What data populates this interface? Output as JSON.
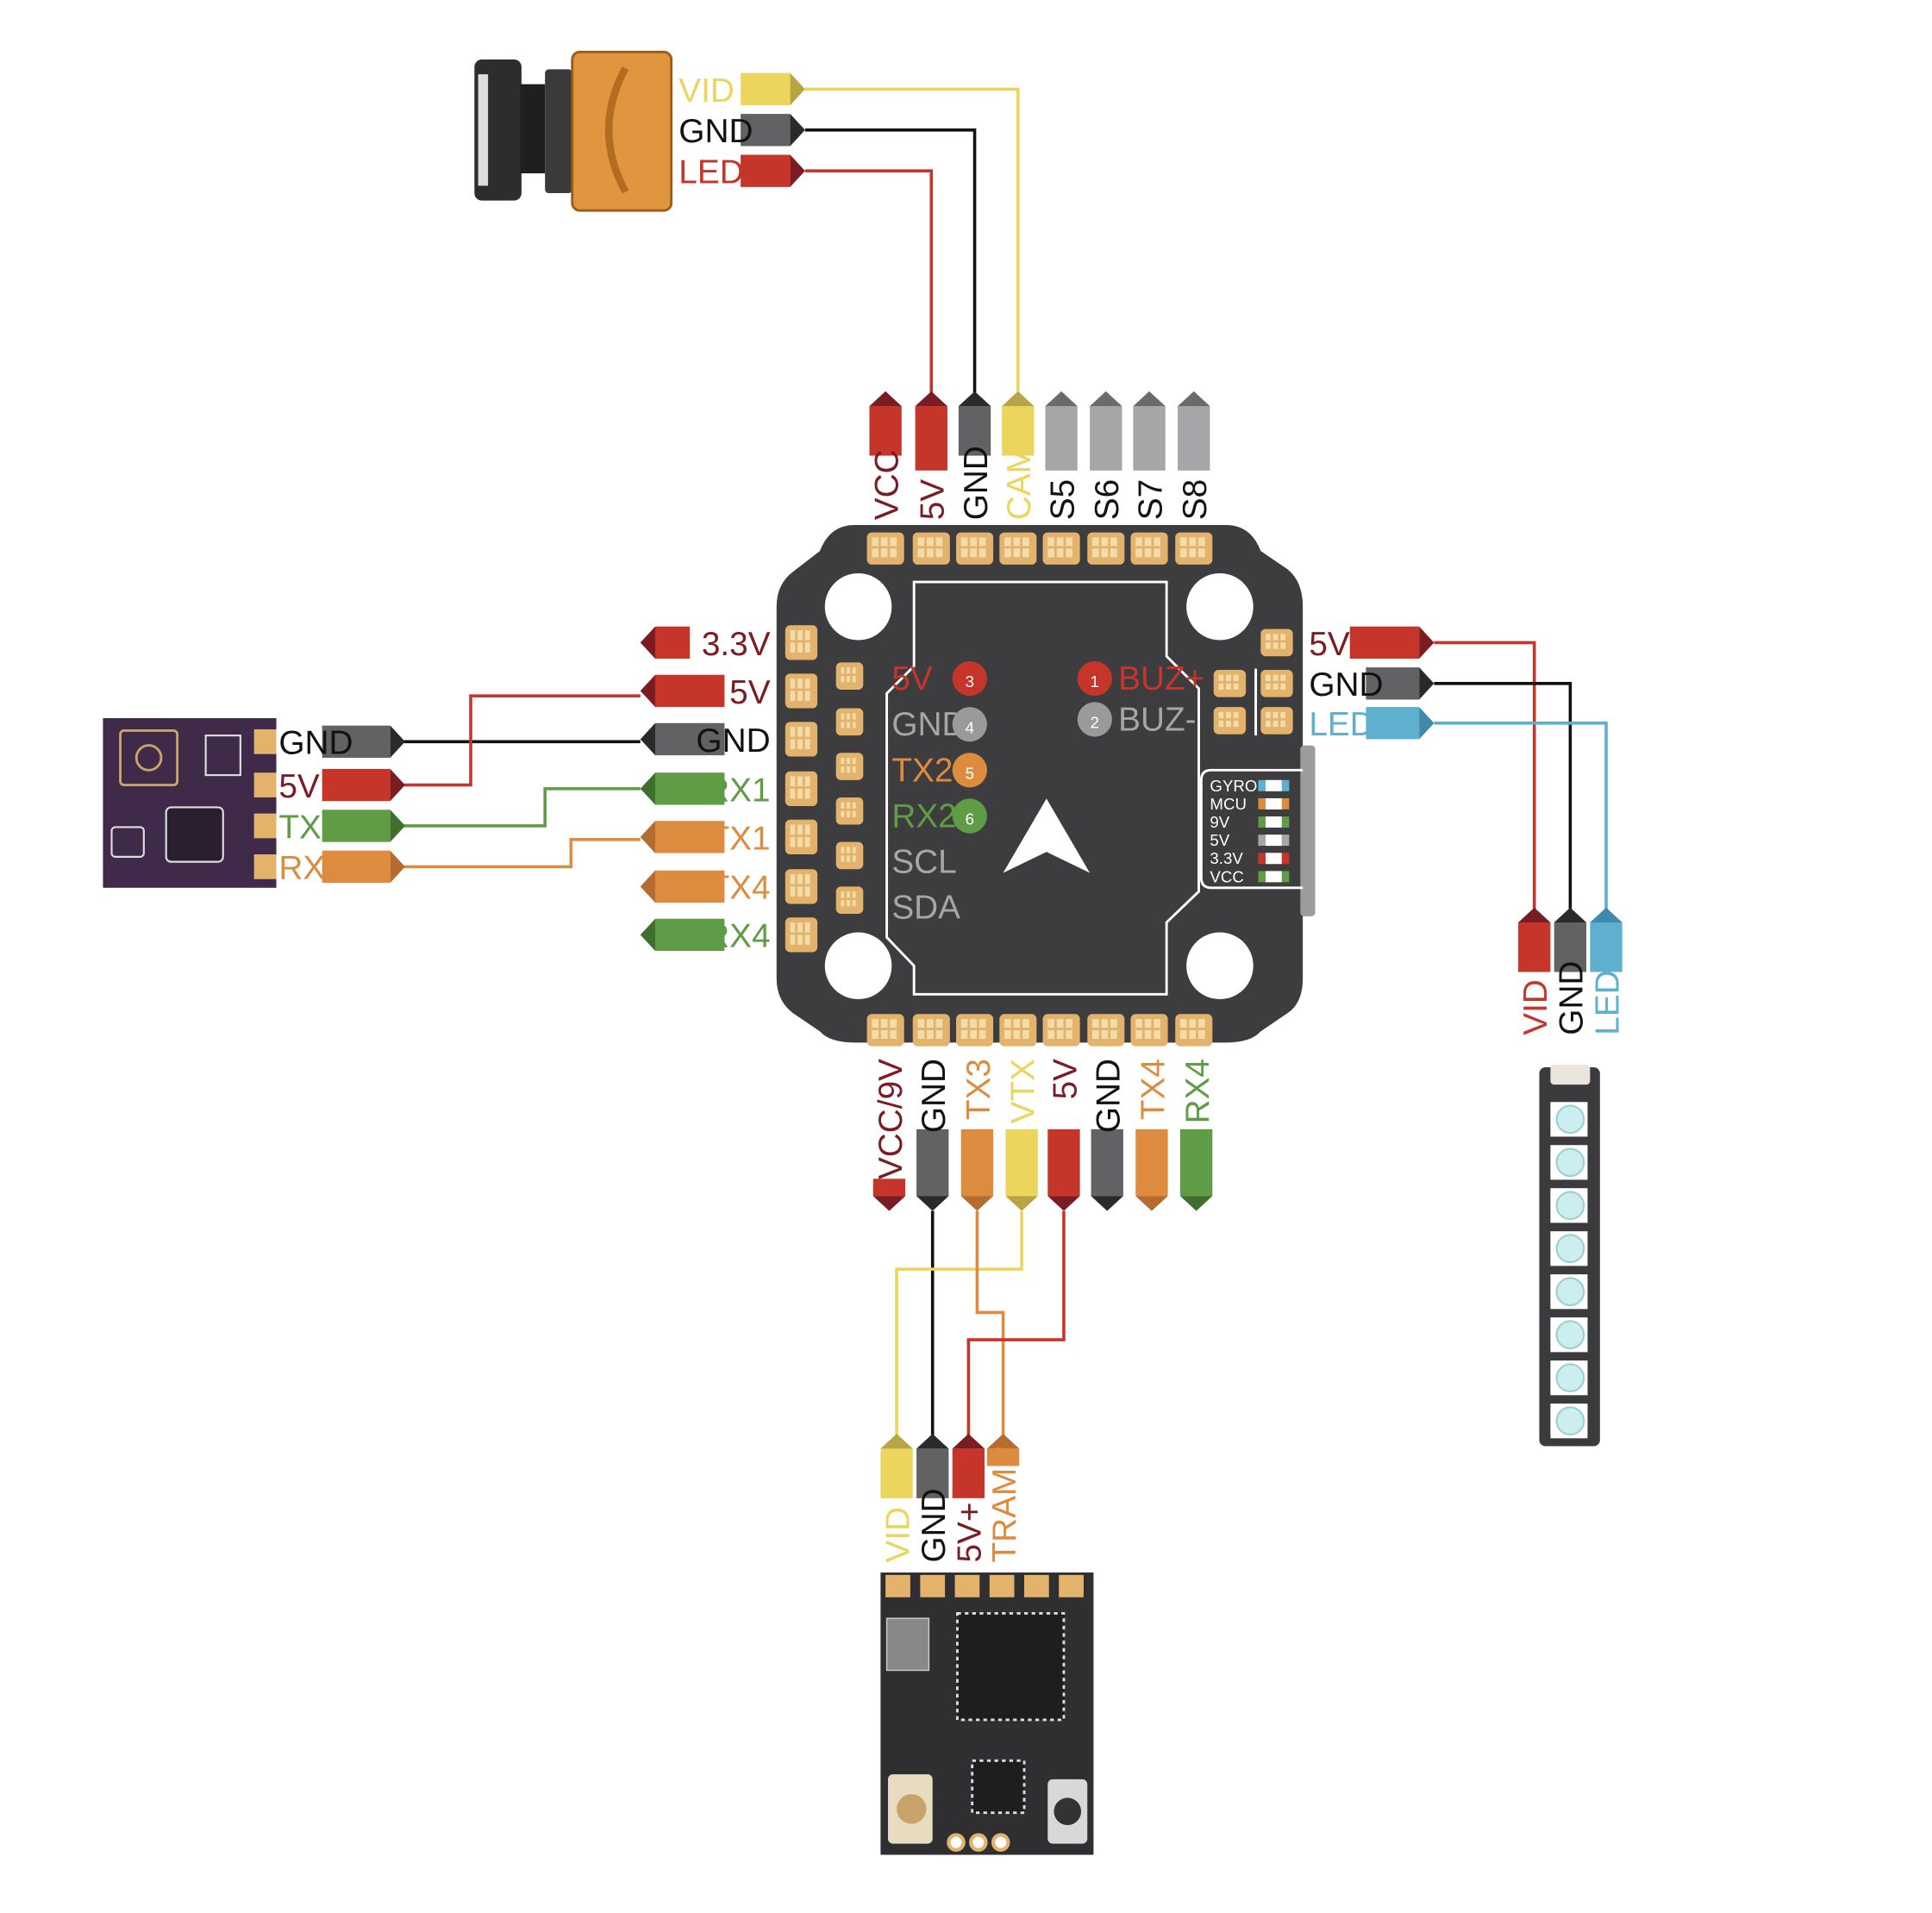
{
  "colors": {
    "red": "#c6352a",
    "darkred": "#7a1c22",
    "gray": "#626264",
    "black": "#111111",
    "yellow": "#ecd55c",
    "orange": "#dd8c3f",
    "green": "#5f9c45",
    "blue": "#5fb0cf",
    "silver": "#a6a6a8",
    "board": "#3d3d3f",
    "pad": "#e3b36c"
  },
  "camera": {
    "pins": [
      {
        "label": "VID",
        "color": "yellow",
        "text_color": "yellow"
      },
      {
        "label": "GND",
        "color": "gray",
        "text_color": "black"
      },
      {
        "label": "LED",
        "color": "red",
        "text_color": "red"
      }
    ]
  },
  "fc": {
    "top_pins": [
      {
        "label": "VCC",
        "color": "red",
        "text_color": "darkred"
      },
      {
        "label": "5V",
        "color": "red",
        "text_color": "darkred"
      },
      {
        "label": "GND",
        "color": "gray",
        "text_color": "black"
      },
      {
        "label": "CAM",
        "color": "yellow",
        "text_color": "yellow"
      },
      {
        "label": "S5",
        "color": "silver",
        "text_color": "black"
      },
      {
        "label": "S6",
        "color": "silver",
        "text_color": "black"
      },
      {
        "label": "S7",
        "color": "silver",
        "text_color": "black"
      },
      {
        "label": "S8",
        "color": "silver",
        "text_color": "black"
      }
    ],
    "left_pins": [
      {
        "label": "3.3V",
        "color": "red",
        "text_color": "darkred"
      },
      {
        "label": "5V",
        "color": "red",
        "text_color": "darkred"
      },
      {
        "label": "GND",
        "color": "gray",
        "text_color": "black"
      },
      {
        "label": "RX1",
        "color": "green",
        "text_color": "green"
      },
      {
        "label": "TX1",
        "color": "orange",
        "text_color": "orange"
      },
      {
        "label": "TX4",
        "color": "orange",
        "text_color": "orange"
      },
      {
        "label": "RX4",
        "color": "green",
        "text_color": "green"
      }
    ],
    "right_pins": [
      {
        "label": "5V",
        "color": "red",
        "text_color": "darkred"
      },
      {
        "label": "GND",
        "color": "gray",
        "text_color": "black"
      },
      {
        "label": "LED",
        "color": "blue",
        "text_color": "blue"
      }
    ],
    "bottom_pins": [
      {
        "label": "VCC/9V",
        "color": "red",
        "text_color": "darkred"
      },
      {
        "label": "GND",
        "color": "gray",
        "text_color": "black"
      },
      {
        "label": "TX3",
        "color": "orange",
        "text_color": "orange"
      },
      {
        "label": "VTX",
        "color": "yellow",
        "text_color": "yellow"
      },
      {
        "label": "5V",
        "color": "red",
        "text_color": "darkred"
      },
      {
        "label": "GND",
        "color": "gray",
        "text_color": "black"
      },
      {
        "label": "TX4",
        "color": "orange",
        "text_color": "orange"
      },
      {
        "label": "RX4",
        "color": "green",
        "text_color": "green"
      }
    ],
    "board_labels": [
      {
        "label": "5V",
        "num": "3",
        "color": "red"
      },
      {
        "label": "GND",
        "num": "4",
        "color": "silver"
      },
      {
        "label": "TX2",
        "num": "5",
        "color": "orange"
      },
      {
        "label": "RX2",
        "num": "6",
        "color": "green"
      },
      {
        "label": "SCL",
        "num": "",
        "color": "silver"
      },
      {
        "label": "SDA",
        "num": "",
        "color": "silver"
      }
    ],
    "buzzer_labels": [
      {
        "label": "BUZ+",
        "num": "1",
        "color": "red"
      },
      {
        "label": "BUZ-",
        "num": "2",
        "color": "silver"
      }
    ],
    "status_leds": [
      {
        "label": "GYRO",
        "color": "blue"
      },
      {
        "label": "MCU",
        "color": "orange"
      },
      {
        "label": "9V",
        "color": "green"
      },
      {
        "label": "5V",
        "color": "silver"
      },
      {
        "label": "3.3V",
        "color": "red"
      },
      {
        "label": "VCC",
        "color": "green"
      }
    ]
  },
  "receiver": {
    "pins": [
      {
        "label": "GND",
        "color": "gray",
        "text_color": "black"
      },
      {
        "label": "5V",
        "color": "red",
        "text_color": "darkred"
      },
      {
        "label": "TX",
        "color": "green",
        "text_color": "green"
      },
      {
        "label": "RX",
        "color": "orange",
        "text_color": "orange"
      }
    ]
  },
  "led_strip": {
    "pins": [
      {
        "label": "VID",
        "color": "red",
        "text_color": "red"
      },
      {
        "label": "GND",
        "color": "gray",
        "text_color": "black"
      },
      {
        "label": "LED",
        "color": "blue",
        "text_color": "blue"
      }
    ],
    "led_count": 8
  },
  "vtx": {
    "pins": [
      {
        "label": "VID",
        "color": "yellow",
        "text_color": "yellow"
      },
      {
        "label": "GND",
        "color": "gray",
        "text_color": "black"
      },
      {
        "label": "5V+",
        "color": "red",
        "text_color": "darkred"
      },
      {
        "label": "TRAMP",
        "color": "orange",
        "text_color": "orange"
      }
    ]
  }
}
